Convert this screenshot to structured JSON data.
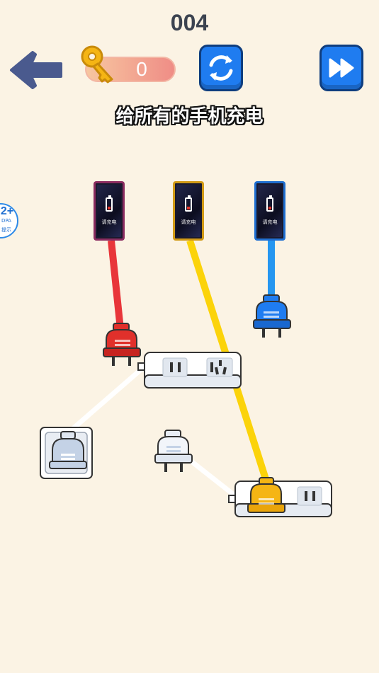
{
  "header": {
    "level": "004",
    "key_count": "0"
  },
  "instruction": "给所有的手机充电",
  "hint_badge": {
    "number": "2+",
    "sub1": "DPA",
    "sub2": "提示"
  },
  "phones": [
    {
      "label": "请充电",
      "color": "#8b2c60"
    },
    {
      "label": "请充电",
      "color": "#d19a16"
    },
    {
      "label": "请充电",
      "color": "#1f6fd1"
    }
  ],
  "colors": {
    "background": "#fbf3e4",
    "red_plug": "#e0302b",
    "yellow_plug": "#f5b514",
    "blue_plug": "#1f7cf0",
    "white_cable": "#ffffff",
    "button_blue": "#1f7cf0"
  },
  "icons": {
    "back": "left-arrow-icon",
    "key": "key-icon",
    "refresh": "refresh-icon",
    "skip": "fast-forward-icon"
  }
}
